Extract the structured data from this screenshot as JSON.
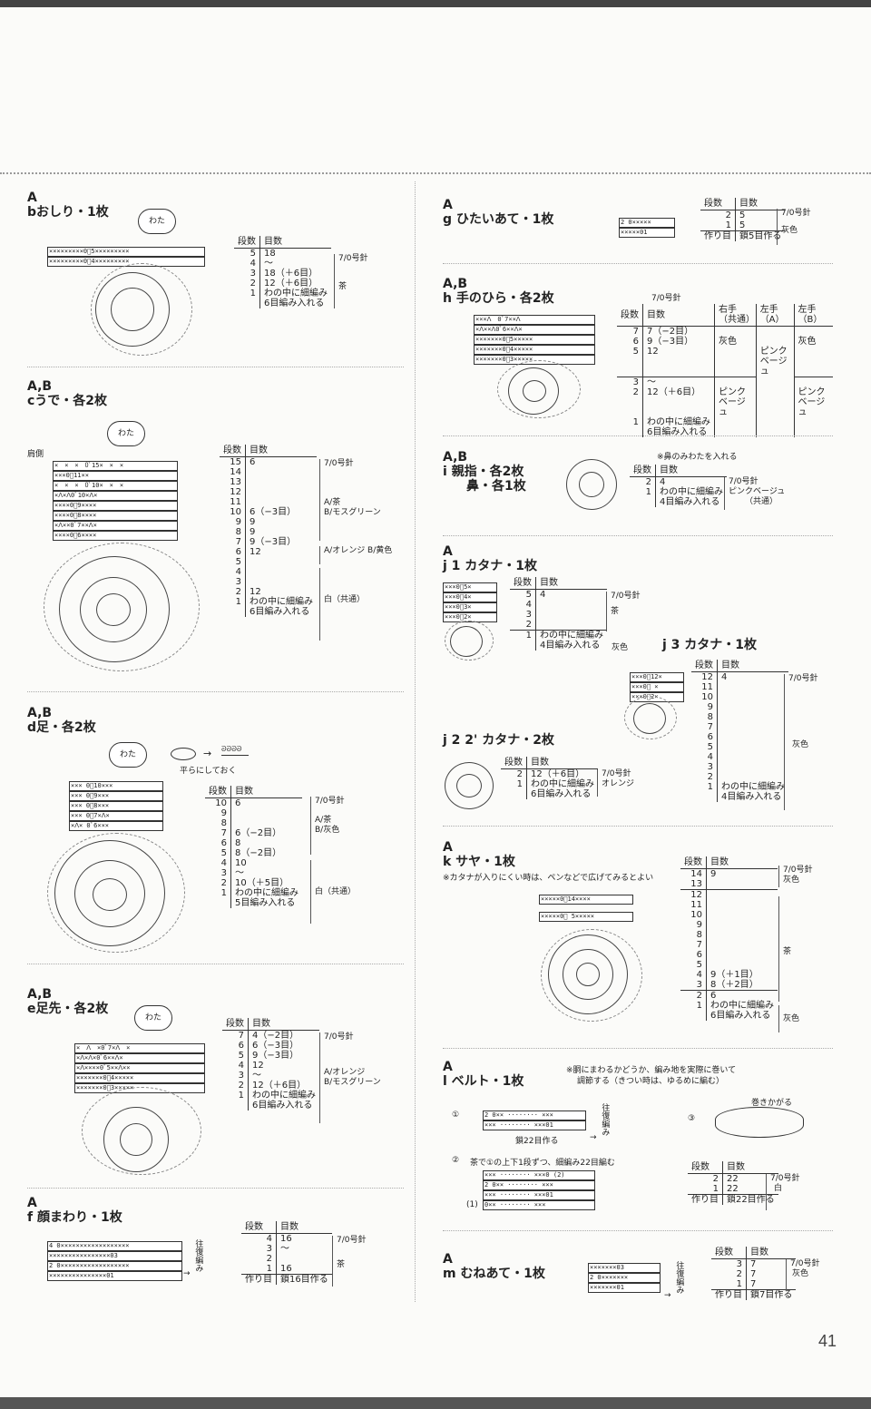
{
  "page_number": "41",
  "labels": {
    "rows": "段数",
    "stitches": "目数",
    "needle": "7/0号針",
    "cotton": "わた",
    "foundation": "作り目"
  },
  "sections": {
    "b": {
      "group": "A",
      "title": "bおしり・1枚",
      "rows": [
        [
          "5",
          "18"
        ],
        [
          "4",
          "〜"
        ],
        [
          "3",
          "18（＋6目）"
        ],
        [
          "2",
          "12（＋6目）"
        ],
        [
          "1",
          "わの中に細編み"
        ],
        [
          "",
          "6目編み入れる"
        ]
      ],
      "color": "茶",
      "bar1": "×××××××××0ﾞ5×××××××××",
      "bar2": "×××××××××0ﾞ4×××××××××"
    },
    "c": {
      "group": "A,B",
      "title": "cうで・各2枚",
      "side_label": "肩側",
      "rows": [
        [
          "15",
          "6"
        ],
        [
          "14",
          ""
        ],
        [
          "13",
          ""
        ],
        [
          "12",
          ""
        ],
        [
          "11",
          ""
        ],
        [
          "10",
          "6（−3目）"
        ],
        [
          "9",
          "9"
        ],
        [
          "8",
          "9"
        ],
        [
          "7",
          "9（−3目）"
        ],
        [
          "6",
          "12"
        ],
        [
          "5",
          ""
        ],
        [
          "4",
          ""
        ],
        [
          "3",
          ""
        ],
        [
          "2",
          "12"
        ],
        [
          "1",
          "わの中に細編み"
        ],
        [
          "",
          "6目編み入れる"
        ]
      ],
      "color1": "A/茶",
      "color1b": "B/モスグリーン",
      "color2": "A/オレンジ B/黄色",
      "color3": "白（共通）",
      "bars": [
        "×　×　×　0ﾞ15×　×　×",
        "×××0ﾞ11××",
        "×　×　×　0ﾞ10×　×　×",
        "×ᐱ×ᐱ0ﾞ10×ᐱ×",
        "××××0ﾞ9××××",
        "××××0ﾞ8××××",
        "×ᐱ××0ﾞ7××ᐱ×",
        "××××0ﾞ6××××"
      ]
    },
    "d": {
      "group": "A,B",
      "title": "d足・各2枚",
      "flat_note": "平らにしておく",
      "rows": [
        [
          "10",
          "6"
        ],
        [
          "9",
          ""
        ],
        [
          "8",
          ""
        ],
        [
          "7",
          "6（−2目）"
        ],
        [
          "6",
          "8"
        ],
        [
          "5",
          "8（−2目）"
        ],
        [
          "4",
          "10"
        ],
        [
          "3",
          "〜"
        ],
        [
          "2",
          "10（＋5目）"
        ],
        [
          "1",
          "わの中に細編み"
        ],
        [
          "",
          "5目編み入れる"
        ]
      ],
      "color1": "A/茶",
      "color1b": "B/灰色",
      "color2": "白（共通）",
      "bars": [
        "××× 0ﾞ10×××",
        "××× 0ﾞ9×××",
        "××× 0ﾞ8×××",
        "××× 0ﾞ7×ᐱ×",
        "×ᐱ× 0ﾞ6×××"
      ]
    },
    "e": {
      "group": "A,B",
      "title": "e足先・各2枚",
      "rows": [
        [
          "7",
          "4（−2目）"
        ],
        [
          "6",
          "6（−3目）"
        ],
        [
          "5",
          "9（−3目）"
        ],
        [
          "4",
          "12"
        ],
        [
          "3",
          "〜"
        ],
        [
          "2",
          "12（＋6目）"
        ],
        [
          "1",
          "わの中に細編み"
        ],
        [
          "",
          "6目編み入れる"
        ]
      ],
      "color1": "A/オレンジ",
      "color1b": "B/モスグリーン",
      "bars": [
        "×　ᐱ　×0ﾞ7×ᐱ　×",
        "×ᐱ×ᐱ×0ﾞ6××ᐱ×",
        "×ᐱ××××0ﾞ5××ᐱ××",
        "×××××××0ﾞ4×××××",
        "×××××××0ﾞ3×××××"
      ]
    },
    "f": {
      "group": "A",
      "title": "f 顔まわり・1枚",
      "rows": [
        [
          "4",
          "16"
        ],
        [
          "3",
          "〜"
        ],
        [
          "2",
          ""
        ],
        [
          "1",
          "16"
        ]
      ],
      "foundation": "鎖16目作る",
      "color": "茶",
      "dir": "往復編み",
      "bars": [
        "4 0××××××××××××××××××",
        "××××××××××××××××03",
        "2 0××××××××××××××××××",
        "×××××××××××××××01"
      ]
    },
    "g": {
      "group": "A",
      "title": "g ひたいあて・1枚",
      "rows": [
        [
          "2",
          "5"
        ],
        [
          "1",
          "5"
        ]
      ],
      "foundation": "鎖5目作る",
      "color": "灰色",
      "bars": [
        "2 0×××××",
        "×××××01"
      ]
    },
    "h": {
      "group": "A,B",
      "title": "h 手のひら・各2枚",
      "head_r": "右手（共通）",
      "head_l": "左手（A）",
      "head_lb": "左手（B）",
      "rows": [
        [
          "7",
          "7（−2目）"
        ],
        [
          "6",
          "9（−3目）"
        ],
        [
          "5",
          "12"
        ],
        [
          "3",
          "〜"
        ],
        [
          "2",
          "12（＋6目）"
        ],
        [
          "1",
          "わの中に細編み"
        ],
        [
          "",
          "6目編み入れる"
        ]
      ],
      "c_gray": "灰色",
      "c_pink": "ピンクベージュ",
      "c_gray2": "灰色",
      "c_pink2": "ピンクベージュ",
      "bars": [
        "×××ᐱ　0ﾞ7××ᐱ",
        "×ᐱ××ᐱ0ﾞ6××ᐱ×",
        "×××××××0ﾞ5×××××",
        "×××××××0ﾞ4×××××",
        "×××××××0ﾞ3×××××"
      ]
    },
    "i": {
      "group": "A,B",
      "title": "i 親指・各2枚",
      "title2": "鼻・各1枚",
      "note": "※鼻のみわたを入れる",
      "rows": [
        [
          "2",
          "4"
        ],
        [
          "1",
          "わの中に細編み"
        ],
        [
          "",
          "4目編み入れる"
        ]
      ],
      "color": "ピンクベージュ",
      "color_b": "（共通）"
    },
    "j1": {
      "group": "A",
      "title": "j 1 カタナ・1枚",
      "rows": [
        [
          "5",
          "4"
        ],
        [
          "4",
          ""
        ],
        [
          "3",
          ""
        ],
        [
          "2",
          ""
        ],
        [
          "1",
          "わの中に細編み"
        ],
        [
          "",
          "4目編み入れる"
        ]
      ],
      "color1": "茶",
      "color2": "灰色",
      "bars": [
        "×××0ﾞ5×",
        "×××0ﾞ4×",
        "×××0ﾞ3×",
        "×××0ﾞ2×"
      ]
    },
    "j2": {
      "title": "j 2 2' カタナ・2枚",
      "rows": [
        [
          "2",
          "12（＋6目）"
        ],
        [
          "1",
          "わの中に細編み"
        ],
        [
          "",
          "6目編み入れる"
        ]
      ],
      "color": "オレンジ"
    },
    "j3": {
      "title": "j 3 カタナ・1枚",
      "rows": [
        [
          "12",
          "4"
        ],
        [
          "11",
          ""
        ],
        [
          "10",
          ""
        ],
        [
          "9",
          ""
        ],
        [
          "8",
          ""
        ],
        [
          "7",
          ""
        ],
        [
          "6",
          ""
        ],
        [
          "5",
          ""
        ],
        [
          "4",
          ""
        ],
        [
          "3",
          ""
        ],
        [
          "2",
          ""
        ],
        [
          "1",
          "わの中に細編み"
        ],
        [
          "",
          "4目編み入れる"
        ]
      ],
      "color": "灰色",
      "bars": [
        "×××0ﾞ12×",
        "×××0ﾞ ×",
        "×××0ﾞ2×"
      ]
    },
    "k": {
      "group": "A",
      "title": "k サヤ・1枚",
      "note": "※カタナが入りにくい時は、ペンなどで広げてみるとよい",
      "rows": [
        [
          "14",
          "9"
        ],
        [
          "13",
          ""
        ],
        [
          "12",
          ""
        ],
        [
          "11",
          ""
        ],
        [
          "10",
          ""
        ],
        [
          "9",
          ""
        ],
        [
          "8",
          ""
        ],
        [
          "7",
          ""
        ],
        [
          "6",
          ""
        ],
        [
          "5",
          ""
        ],
        [
          "4",
          "9（＋1目）"
        ],
        [
          "3",
          "8（＋2目）"
        ],
        [
          "2",
          "6"
        ],
        [
          "1",
          "わの中に細編み"
        ],
        [
          "",
          "6目編み入れる"
        ]
      ],
      "color1": "灰色",
      "color2": "茶",
      "color3": "灰色",
      "bars": [
        "×××××0ﾞ14××××",
        "×××××0ﾞ 5×××××"
      ]
    },
    "l": {
      "group": "A",
      "title": "l ベルト・1枚",
      "note1": "※胴にまわるかどうか、編み地を実際に巻いて",
      "note2": "調節する（きつい時は、ゆるめに編む）",
      "n1": "①",
      "n2": "②",
      "n3": "③",
      "step2": "茶で①の上下1段ずつ、細編み22目編む",
      "chain_note": "鎖22目作る",
      "wrap": "巻きかがる",
      "dir": "往復編み",
      "rows": [
        [
          "2",
          "22"
        ],
        [
          "1",
          "22"
        ]
      ],
      "foundation": "鎖22目作る",
      "color": "白",
      "bars1": [
        "2 0×× ········ ×××",
        "××× ········ ×××01"
      ],
      "bars2": [
        "××× ········ ×××0 (2)",
        "2 0×× ········ ×××",
        "××× ········ ×××01",
        "0×× ········ ×××"
      ],
      "bar_tag1": "(1)"
    },
    "m": {
      "group": "A",
      "title": "m むねあて・1枚",
      "rows": [
        [
          "3",
          "7"
        ],
        [
          "2",
          "7"
        ],
        [
          "1",
          "7"
        ]
      ],
      "foundation": "鎖7目作る",
      "color": "灰色",
      "dir": "往復編み",
      "bars": [
        "×××××××03",
        "2 0×××××××",
        "×××××××01"
      ]
    }
  }
}
